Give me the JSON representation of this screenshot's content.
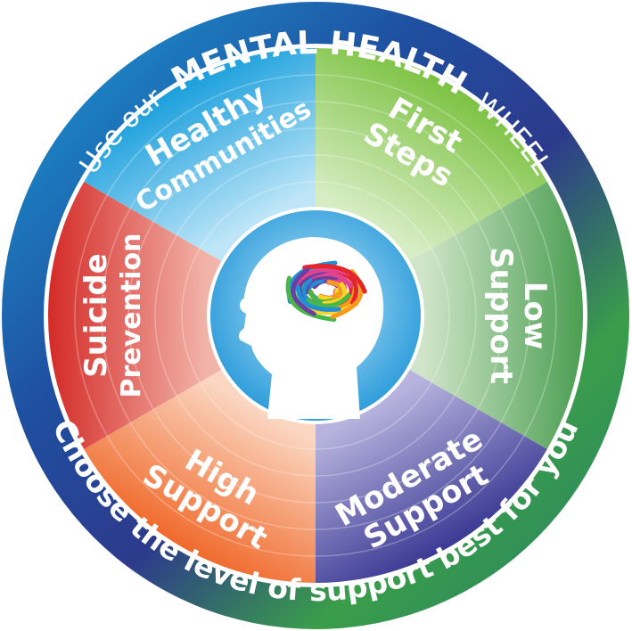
{
  "rim": {
    "top_prefix": "Use our",
    "top_emphasis": "MENTAL HEALTH",
    "top_suffix": "WHEEL",
    "bottom": "Choose the level of support best for you",
    "colors": [
      "#1aa0d8",
      "#1f4fa0",
      "#2d3a8c",
      "#3a9e4a",
      "#2e8a5c",
      "#0e9fc4"
    ]
  },
  "segments": [
    {
      "id": "healthy-communities",
      "lines": [
        "Healthy",
        "Communities"
      ],
      "colors": [
        "#bfe6f8",
        "#1a9fdc"
      ]
    },
    {
      "id": "first-steps",
      "lines": [
        "First",
        "Steps"
      ],
      "colors": [
        "#d6ecc2",
        "#7cc242"
      ]
    },
    {
      "id": "low-support",
      "lines": [
        "Low",
        "Support"
      ],
      "colors": [
        "#cfe4c8",
        "#4b9e52"
      ]
    },
    {
      "id": "moderate-support",
      "lines": [
        "Moderate",
        "Support"
      ],
      "colors": [
        "#b7b3de",
        "#3b3a94"
      ]
    },
    {
      "id": "high-support",
      "lines": [
        "High",
        "Support"
      ],
      "colors": [
        "#fbd7c2",
        "#f06a2c"
      ]
    },
    {
      "id": "suicide-prevention",
      "lines": [
        "Suicide",
        "Prevention"
      ],
      "colors": [
        "#f2b4a9",
        "#d42a27"
      ]
    }
  ],
  "center": {
    "icon": "head-brain-icon",
    "colors": [
      "#bde6f8",
      "#2196d8",
      "#ffffff"
    ]
  }
}
